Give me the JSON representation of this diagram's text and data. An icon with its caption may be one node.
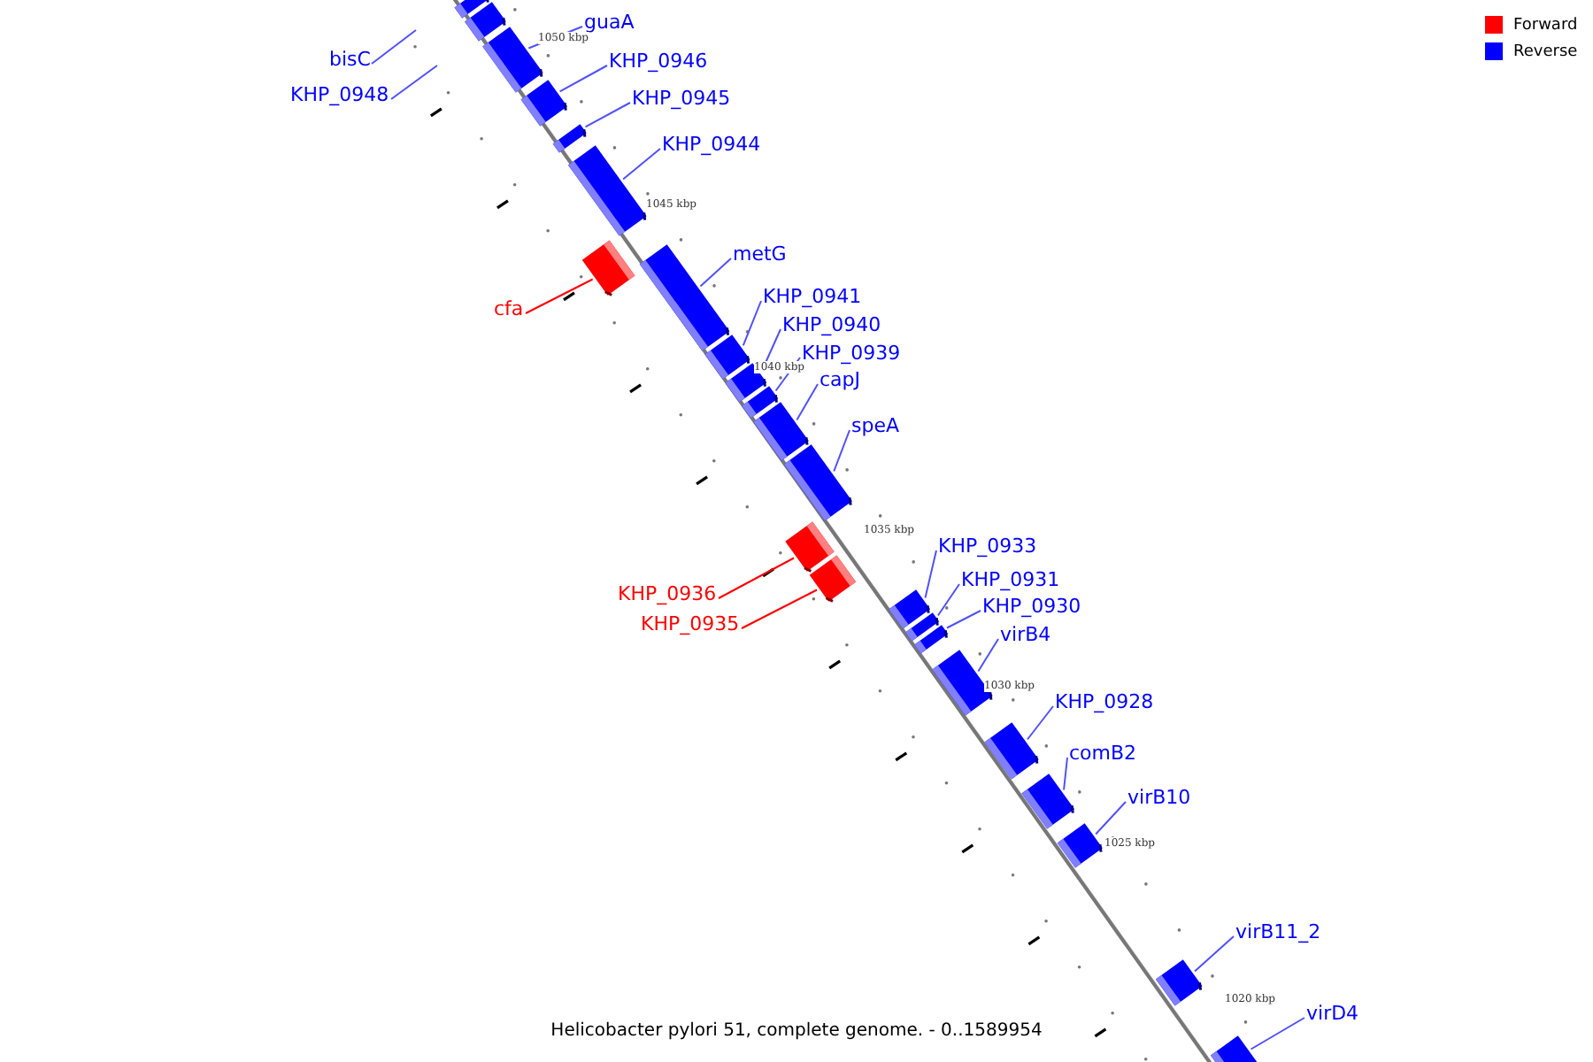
{
  "diagram": {
    "caption": "Helicobacter pylori 51, complete genome. - 0..1589954",
    "nodes": [
      {
        "text": [
          "guaA"
        ]
      },
      {
        "text": [
          "bisC"
        ]
      },
      {
        "text": [
          "KHP_0948"
        ]
      },
      {
        "text": [
          "KHP_0946"
        ]
      },
      {
        "text": [
          "KHP_0945"
        ]
      },
      {
        "text": [
          "KHP_0944"
        ]
      },
      {
        "text": [
          "metG"
        ]
      },
      {
        "text": [
          "cfa"
        ]
      },
      {
        "text": [
          "KHP_0941"
        ]
      },
      {
        "text": [
          "KHP_0940"
        ]
      },
      {
        "text": [
          "KHP_0939"
        ]
      },
      {
        "text": [
          "capJ"
        ]
      },
      {
        "text": [
          "speA"
        ]
      },
      {
        "text": [
          "KHP_0936"
        ]
      },
      {
        "text": [
          "KHP_0933"
        ]
      },
      {
        "text": [
          "KHP_0931"
        ]
      },
      {
        "text": [
          "KHP_0935"
        ]
      },
      {
        "text": [
          "KHP_0930"
        ]
      },
      {
        "text": [
          "virB4"
        ]
      },
      {
        "text": [
          "KHP_0928"
        ]
      },
      {
        "text": [
          "comB2"
        ]
      },
      {
        "text": [
          "virB10"
        ]
      },
      {
        "text": [
          "virB11_2"
        ]
      },
      {
        "text": [
          "virD4"
        ]
      },
      {
        "text": [],
        "shape": "bar"
      },
      {
        "text": [],
        "shape": "bar"
      },
      {
        "text": [],
        "shape": "bar"
      },
      {
        "text": [],
        "shape": "bar"
      },
      {
        "text": [],
        "shape": "bar"
      },
      {
        "text": [],
        "shape": "bar"
      },
      {
        "text": [],
        "shape": "bar"
      },
      {
        "text": [],
        "shape": "bar"
      },
      {
        "text": [],
        "shape": "bar"
      },
      {
        "text": [],
        "shape": "bar"
      },
      {
        "text": [],
        "shape": "bar"
      },
      {
        "text": [],
        "shape": "bar"
      },
      {
        "text": [],
        "shape": "bar"
      },
      {
        "text": [],
        "shape": "bar"
      },
      {
        "text": [],
        "shape": "bar"
      },
      {
        "text": [],
        "shape": "bar"
      },
      {
        "text": [],
        "shape": "bar"
      },
      {
        "text": [],
        "shape": "bar"
      },
      {
        "text": [],
        "shape": "bar"
      },
      {
        "text": [],
        "shape": "bar"
      },
      {
        "text": [],
        "shape": "bar"
      },
      {
        "text": [],
        "shape": "bar"
      },
      {
        "text": [],
        "shape": "bar"
      },
      {
        "text": [],
        "shape": "bar"
      }
    ],
    "edges": [
      {
        "from": 0,
        "to": 26,
        "arrow": "none"
      },
      {
        "from": 1,
        "to": null,
        "arrow": "none"
      },
      {
        "from": 2,
        "to": null,
        "arrow": "none"
      },
      {
        "from": 3,
        "to": 27,
        "arrow": "none"
      },
      {
        "from": 4,
        "to": 28,
        "arrow": "none"
      },
      {
        "from": 5,
        "to": 29,
        "arrow": "none"
      },
      {
        "from": 6,
        "to": 31,
        "arrow": "none"
      },
      {
        "from": 7,
        "to": 30,
        "arrow": "none",
        "color": "#ff0000"
      },
      {
        "from": 8,
        "to": 32,
        "arrow": "none"
      },
      {
        "from": 9,
        "to": 33,
        "arrow": "none"
      },
      {
        "from": 10,
        "to": 34,
        "arrow": "none"
      },
      {
        "from": 11,
        "to": 35,
        "arrow": "none"
      },
      {
        "from": 12,
        "to": 36,
        "arrow": "none"
      },
      {
        "from": 13,
        "to": 37,
        "arrow": "none",
        "color": "#ff0000"
      },
      {
        "from": 14,
        "to": 39,
        "arrow": "none"
      },
      {
        "from": 15,
        "to": 40,
        "arrow": "none"
      },
      {
        "from": 16,
        "to": 38,
        "arrow": "none",
        "color": "#ff0000"
      },
      {
        "from": 17,
        "to": 41,
        "arrow": "none"
      },
      {
        "from": 18,
        "to": 42,
        "arrow": "none"
      },
      {
        "from": 19,
        "to": 43,
        "arrow": "none"
      },
      {
        "from": 20,
        "to": 44,
        "arrow": "none"
      },
      {
        "from": 21,
        "to": 45,
        "arrow": "none"
      },
      {
        "from": 22,
        "to": 46,
        "arrow": "none"
      },
      {
        "from": 23,
        "to": 47,
        "arrow": "none"
      }
    ],
    "labels": [
      "1050 kbp",
      "1045 kbp",
      "1040 kbp",
      "1035 kbp",
      "1030 kbp",
      "1025 kbp",
      "1020 kbp"
    ],
    "legend": [
      {
        "text": "Forward",
        "color": "#ff0000"
      },
      {
        "text": "Reverse",
        "color": "#0000ff"
      }
    ]
  }
}
